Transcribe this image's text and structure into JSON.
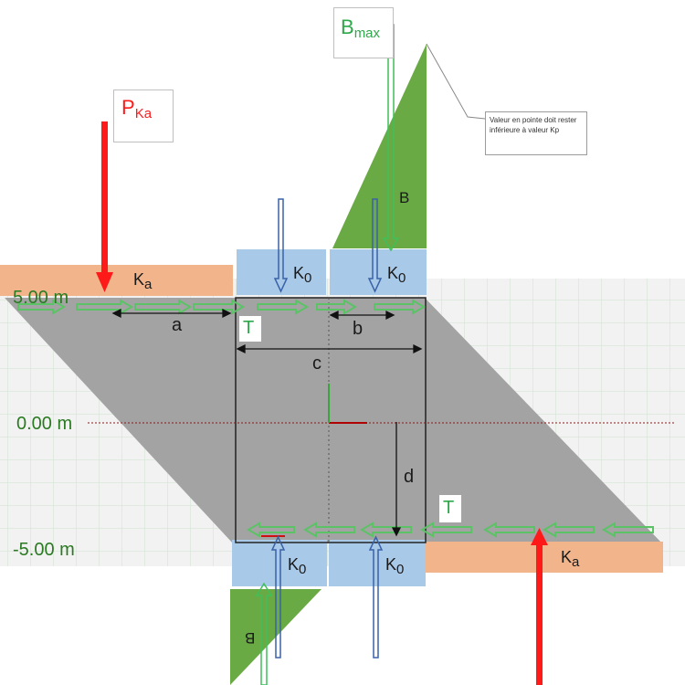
{
  "axis_labels": {
    "top": "5.00 m",
    "middle": "0.00 m",
    "bottom": "-5.00 m"
  },
  "forces": {
    "p_ka": {
      "main": "P",
      "sub": "Ka"
    },
    "b_max": {
      "main": "B",
      "sub": "max"
    }
  },
  "zone_labels": {
    "ka_top": {
      "main": "K",
      "sub": "a"
    },
    "ka_bottom": {
      "main": "K",
      "sub": "a"
    },
    "k0_top_left": {
      "main": "K",
      "sub": "0"
    },
    "k0_top_right": {
      "main": "K",
      "sub": "0"
    },
    "k0_bottom_left": {
      "main": "K",
      "sub": "0"
    },
    "k0_bottom_right": {
      "main": "K",
      "sub": "0"
    }
  },
  "letters": {
    "a": "a",
    "b": "b",
    "c": "c",
    "d": "d",
    "t_top": "T",
    "t_bottom": "T",
    "b_top": "B",
    "b_bottom": "B"
  },
  "note": "Valeur en pointe doit rester inférieure à valeur Kp",
  "colors": {
    "orange_zone": "#f2b48a",
    "blue_zone": "#a9c9e8",
    "gray_body": "#a3a3a3",
    "green_triangle": "#6aaa45",
    "force_red": "#ff1a1a",
    "arrow_blue": "#3a62a8",
    "arrow_green": "#5cc266"
  }
}
